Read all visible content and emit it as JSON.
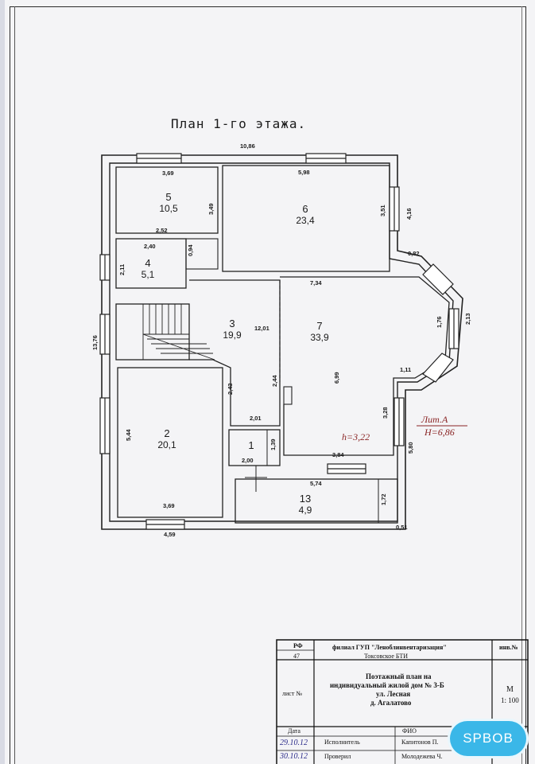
{
  "plan": {
    "title": "План 1-го этажа.",
    "rooms": [
      {
        "num": "5",
        "area": "10,5"
      },
      {
        "num": "6",
        "area": "23,4"
      },
      {
        "num": "4",
        "area": "5,1"
      },
      {
        "num": "3",
        "area": "19,9"
      },
      {
        "num": "7",
        "area": "33,9"
      },
      {
        "num": "2",
        "area": "20,1"
      },
      {
        "num": "1",
        "area": ""
      },
      {
        "num": "13",
        "area": "4,9"
      }
    ],
    "dimensions": {
      "top_total": "10,86",
      "r5_width": "3,69",
      "r5_height": "3,49",
      "r6_width": "5,98",
      "r6_height": "3,51",
      "r6_ext": "4,16",
      "r5_bottom": "2,52",
      "r4_width": "2,40",
      "r4_height": "2,11",
      "r4_side": "0,94",
      "offset_082": "0,82",
      "r7_top": "7,34",
      "bay_176": "1,76",
      "bay_213": "2,13",
      "r3_12": "12,01",
      "left_total": "13,76",
      "bay_111": "1,11",
      "r7_height": "6,99",
      "r3_244": "2,44",
      "r3_243": "2,43",
      "r3_201": "2,01",
      "r7_328": "3,28",
      "r7_580": "5,80",
      "r2_height": "5,44",
      "r1_139": "1,39",
      "r1_200": "2,00",
      "r7_bottom": "3,84",
      "r13_width": "5,74",
      "r13_height": "1,72",
      "r2_width": "3,69",
      "bottom_459": "4,59",
      "corner_051": "0,51"
    },
    "lit_label": "Лит.А",
    "lit_height": "H=6,86",
    "room_height": "h=3,22"
  },
  "stamp": {
    "rf": "РФ",
    "rf_num": "47",
    "org_line1": "филиал ГУП \"Леноблинвентаризация\"",
    "org_line2": "Токсовское БТИ",
    "inv_label": "инв.№",
    "sheet_label": "лист №",
    "desc_line1": "Поэтажный план на",
    "desc_line2": "индивидуальный жилой дом № 3-Б",
    "desc_line3": "ул. Лесная",
    "desc_line4": "д. Агалатово",
    "scale_label": "М",
    "scale_value": "1: 100",
    "date_label": "Дата",
    "fio_label": "ФИО",
    "role1": "Исполнитель",
    "person1": "Капитонов П.",
    "role2": "Проверил",
    "person2": "Молодежева Ч.",
    "date1": "29.10.12",
    "date2": "30.10.12"
  },
  "logo": {
    "text": "SPBOB"
  }
}
